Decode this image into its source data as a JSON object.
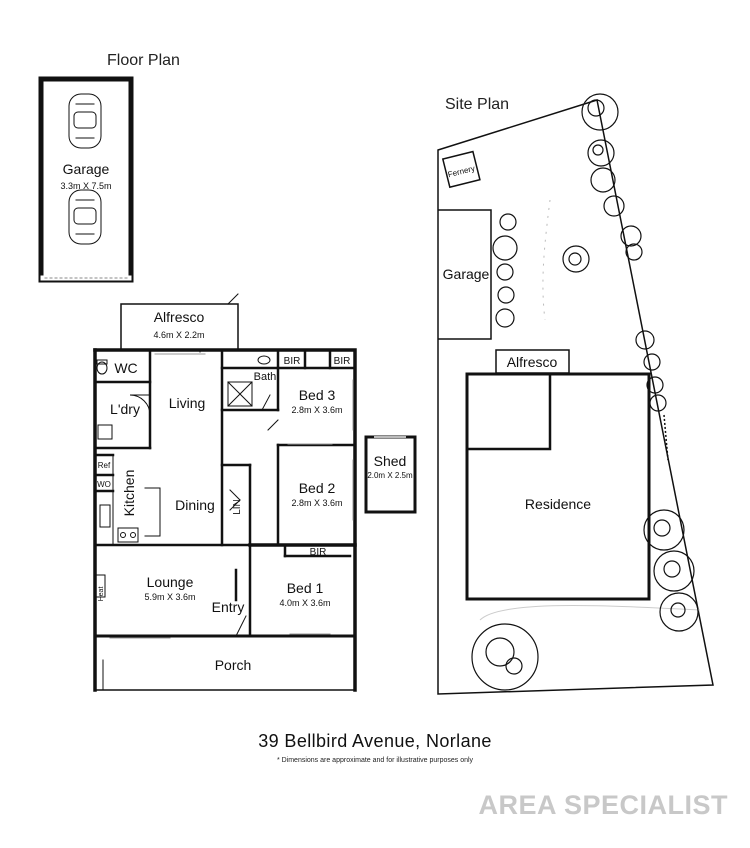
{
  "floor_plan": {
    "title": "Floor Plan",
    "rooms": {
      "garage": {
        "name": "Garage",
        "dims": "3.3m X 7.5m"
      },
      "alfresco": {
        "name": "Alfresco",
        "dims": "4.6m X 2.2m"
      },
      "wc": {
        "name": "WC"
      },
      "ldry": {
        "name": "L'dry"
      },
      "living": {
        "name": "Living"
      },
      "bath": {
        "name": "Bath"
      },
      "bir_bed3_left": {
        "name": "BIR"
      },
      "bir_bed3_right": {
        "name": "BIR"
      },
      "bed3": {
        "name": "Bed 3",
        "dims": "2.8m X 3.6m"
      },
      "ref": {
        "name": "Ref"
      },
      "wo": {
        "name": "WO"
      },
      "kitchen": {
        "name": "Kitchen"
      },
      "dining": {
        "name": "Dining"
      },
      "lin": {
        "name": "LIN"
      },
      "bed2": {
        "name": "Bed 2",
        "dims": "2.8m X 3.6m"
      },
      "shed": {
        "name": "Shed",
        "dims": "2.0m X 2.5m"
      },
      "bir_bed1": {
        "name": "BIR"
      },
      "lounge": {
        "name": "Lounge",
        "dims": "5.9m X 3.6m"
      },
      "heat": {
        "name": "Heat"
      },
      "entry": {
        "name": "Entry"
      },
      "bed1": {
        "name": "Bed 1",
        "dims": "4.0m X 3.6m"
      },
      "porch": {
        "name": "Porch"
      }
    }
  },
  "site_plan": {
    "title": "Site Plan",
    "labels": {
      "fernery": "Fernery",
      "garage": "Garage",
      "alfresco": "Alfresco",
      "residence": "Residence"
    }
  },
  "address": "39 Bellbird Avenue, Norlane",
  "disclaimer": "* Dimensions are approximate and for illustrative purposes only",
  "brand": "AREA SPECIALIST",
  "colors": {
    "wall": "#111111",
    "brand_watermark": "#c8c8c8"
  }
}
